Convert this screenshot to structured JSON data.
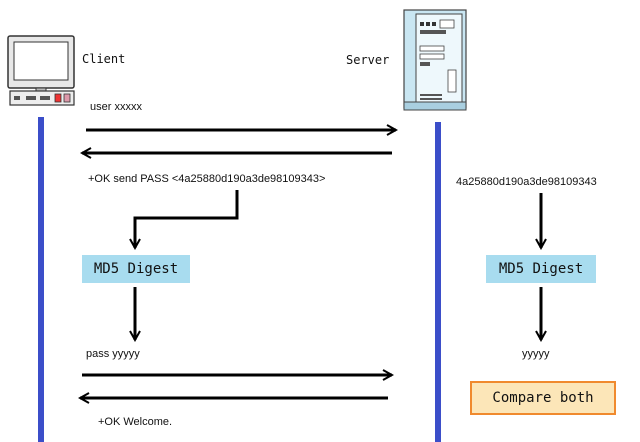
{
  "actors": {
    "client": "Client",
    "server": "Server"
  },
  "client_side": {
    "user_cmd": "user xxxxx",
    "ok_send_pass": "+OK send PASS <4a25880d190a3de98109343>",
    "md5_box": "MD5 Digest",
    "pass_cmd": "pass yyyyy",
    "ok_welcome": "+OK Welcome."
  },
  "server_side": {
    "timestamp": "4a25880d190a3de98109343",
    "md5_box": "MD5 Digest",
    "digest": "yyyyy",
    "compare_box": "Compare both"
  },
  "colors": {
    "lifeline": "#3b4ec9",
    "md5_fill": "#a8dcef",
    "compare_fill": "#fce6b8",
    "compare_border": "#f08a2e",
    "arrow": "#000000"
  }
}
